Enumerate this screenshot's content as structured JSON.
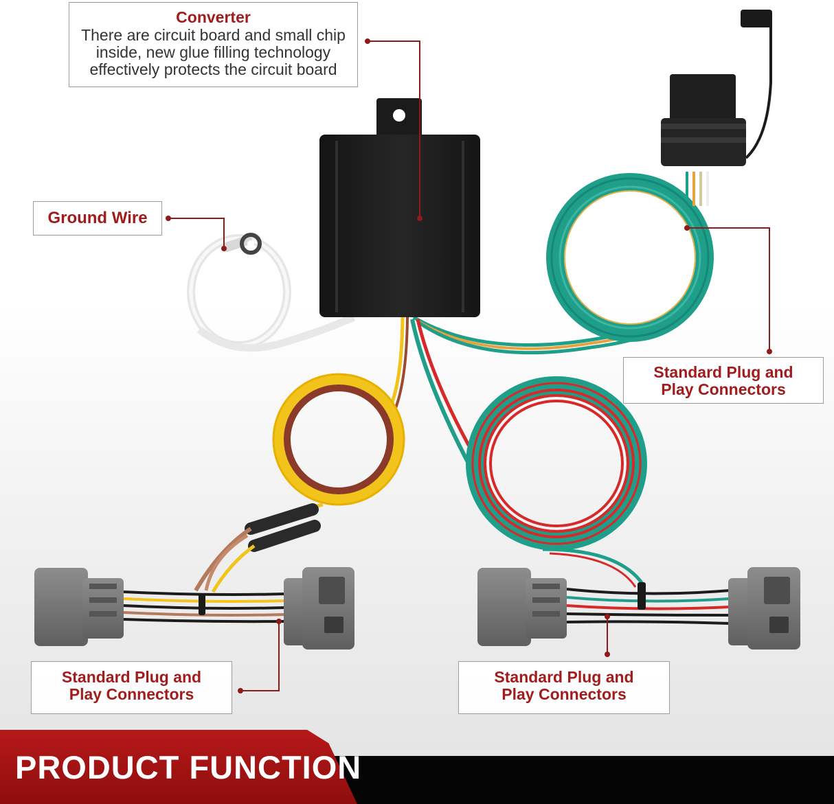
{
  "callouts": {
    "converter": {
      "title": "Converter",
      "description_lines": [
        "There are circuit board and small chip",
        "inside, new glue filling technology",
        "effectively protects the circuit board"
      ]
    },
    "ground_wire": {
      "title": "Ground Wire"
    },
    "plug_right": {
      "title_lines": [
        "Standard Plug and",
        "Play Connectors"
      ]
    },
    "plug_left": {
      "title_lines": [
        "Standard Plug and",
        "Play Connectors"
      ]
    },
    "plug_center": {
      "title_lines": [
        "Standard Plug and",
        "Play Connectors"
      ]
    }
  },
  "footer": {
    "heading": "PRODUCT FUNCTION"
  },
  "colors": {
    "accent_red": "#a11c1c",
    "banner_red": "#b71818",
    "banner_black": "#050505",
    "wire_green": "#1f9e8a",
    "wire_yellow": "#f2c41b",
    "wire_brown": "#8b3a2a",
    "wire_red": "#d62a2a",
    "connector_gray": "#777777",
    "converter_black": "#1c1c1c"
  },
  "icons": [
    "converter-box",
    "ground-wire-ring",
    "harness-plug",
    "vehicle-connector"
  ]
}
